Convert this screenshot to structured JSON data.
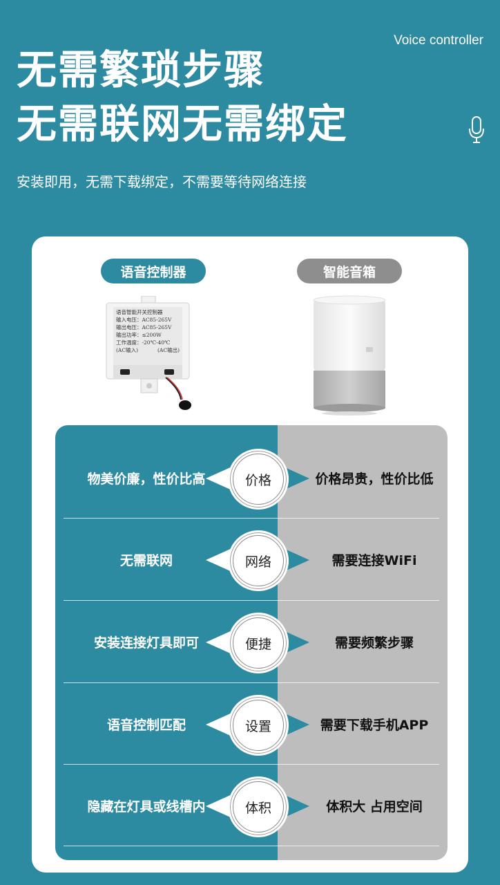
{
  "header": {
    "brand_label": "Voice controller",
    "headline_line1": "无需繁琐步骤",
    "headline_line2": "无需联网无需绑定",
    "subtitle": "安装即用，无需下载绑定，不需要等待网络连接",
    "icon": "microphone-icon"
  },
  "comparison": {
    "left_title": "语音控制器",
    "right_title": "智能音箱",
    "controller_label": {
      "line1": "语音智能开关控制器",
      "line2": "输入电压：AC85-265V",
      "line3": "输出电压：AC85-265V",
      "line4": "输出功率：≤200W",
      "line5": "工作温度：-20℃-40℃",
      "port_in": "(AC输入)",
      "port_out": "(AC输出)"
    },
    "rows": [
      {
        "left": "物美价廉，性价比高",
        "center": "价格",
        "right": "价格昂贵，性价比低"
      },
      {
        "left": "无需联网",
        "center": "网络",
        "right": "需要连接WiFi"
      },
      {
        "left": "安装连接灯具即可",
        "center": "便捷",
        "right": "需要频繁步骤"
      },
      {
        "left": "语音控制匹配",
        "center": "设置",
        "right": "需要下载手机APP"
      },
      {
        "left": "隐藏在灯具或线槽内",
        "center": "体积",
        "right": "体积大 占用空间"
      }
    ]
  },
  "colors": {
    "brand_teal": "#2c8aa1",
    "grey_panel": "#bdbdbd",
    "grey_pill": "#8e8e8e"
  }
}
